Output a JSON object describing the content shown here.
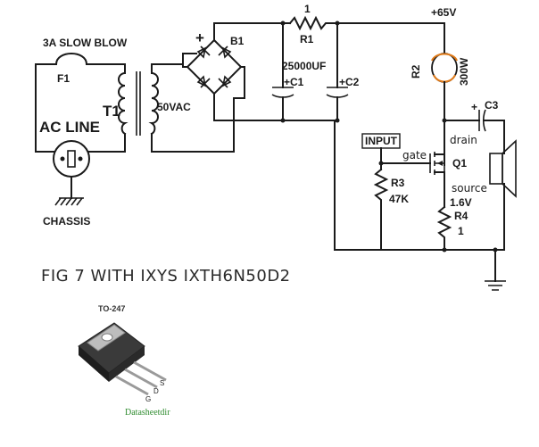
{
  "labels": {
    "fuse_rating": "3A SLOW BLOW",
    "fuse": "F1",
    "transformer": "T1",
    "secondary_voltage": "50VAC",
    "ac_line": "AC LINE",
    "chassis": "CHASSIS",
    "bridge_plus": "+",
    "bridge": "B1",
    "r1_value": "1",
    "r1": "R1",
    "cap_value": "25000UF",
    "c1": "C1",
    "c2": "C2",
    "supply": "+65V",
    "r2": "R2",
    "r2_value": "300W",
    "c3": "C3",
    "drain": "drain",
    "input": "INPUT",
    "gate": "gate",
    "q1": "Q1",
    "source": "source",
    "r3": "R3",
    "r3_value": "47K",
    "source_voltage": "1.6V",
    "r4": "R4",
    "r4_value": "1",
    "figure_caption": "FIG 7  WITH IXYS  IXTH6N50D2",
    "package": "TO-247",
    "pin_s": "S",
    "pin_d": "D",
    "pin_g": "G",
    "watermark": "Datasheetdir"
  },
  "colors": {
    "line": "#1a1a1a",
    "bulb": "#e07a18",
    "watermark": "#2e8b2e"
  }
}
